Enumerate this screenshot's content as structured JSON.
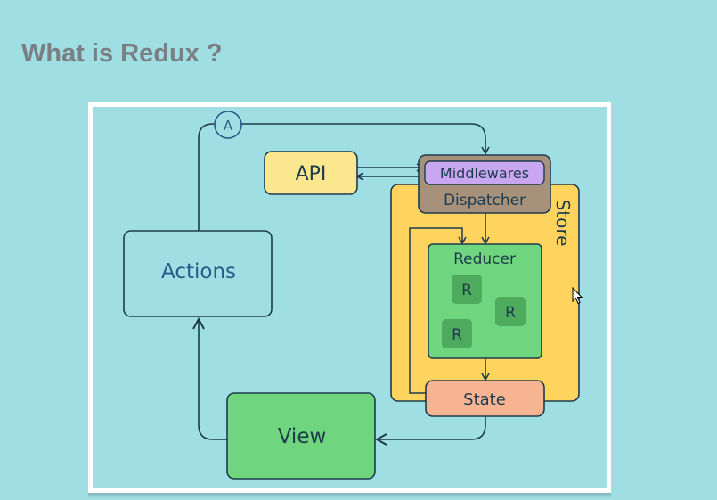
{
  "slide": {
    "title": "What is Redux ?"
  },
  "diagram": {
    "connector_label": "A",
    "nodes": {
      "api": "API",
      "middlewares": "Middlewares",
      "dispatcher": "Dispatcher",
      "store": "Store",
      "actions": "Actions",
      "reducer": "Reducer",
      "reducer_item_1": "R",
      "reducer_item_2": "R",
      "reducer_item_3": "R",
      "state": "State",
      "view": "View"
    },
    "colors": {
      "background": "#9fdfe3",
      "frame_border": "#ffffff",
      "api": "#fbe88e",
      "middlewares": "#c9a7f0",
      "dispatcher": "#a8917a",
      "store": "#ffd45e",
      "actions": "#9fdfe3",
      "reducer": "#6fd67f",
      "reducer_item": "#4eaa5d",
      "state": "#f6b493",
      "view": "#6fd67f"
    }
  }
}
